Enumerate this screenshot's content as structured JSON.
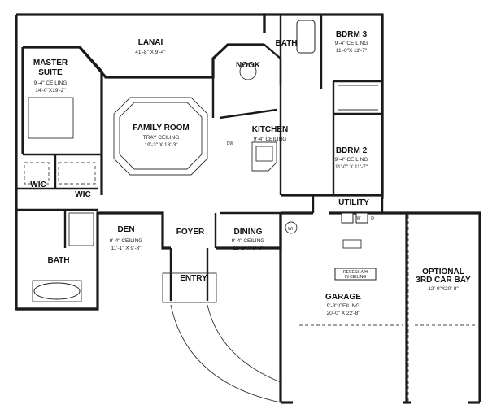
{
  "rooms": {
    "lanai": {
      "name": "LANAI",
      "dims": "41'-8\" X 9'-4\""
    },
    "master": {
      "name1": "MASTER",
      "name2": "SUITE",
      "ceiling": "9'-4\" CEILING",
      "dims": "14'-0\"X19'-2\""
    },
    "nook": {
      "name": "NOOK"
    },
    "bath_top": {
      "name": "BATH"
    },
    "bdrm3": {
      "name": "BDRM 3",
      "ceiling": "9'-4\" CEILING",
      "dims": "11'-0\"X 11'-7\""
    },
    "family": {
      "name": "FAMILY ROOM",
      "ceiling": "TRAY CEILING",
      "dims": "19'-3\" X 18'-3\""
    },
    "kitchen": {
      "name": "KITCHEN",
      "ceiling": "9'-4\" CEILING"
    },
    "dw": {
      "name": "DW"
    },
    "bdrm2": {
      "name": "BDRM 2",
      "ceiling": "9'-4\" CEILING",
      "dims": "11'-0\" X 11'-7\""
    },
    "wic1": {
      "name": "WIC"
    },
    "wic2": {
      "name": "WIC"
    },
    "utility": {
      "name": "UTILITY"
    },
    "utility_w": {
      "name": "W"
    },
    "utility_d": {
      "name": "D"
    },
    "den": {
      "name": "DEN",
      "ceiling": "9'-4\" CEILING",
      "dims": "11'-1\" X 9'-8\""
    },
    "foyer": {
      "name": "FOYER"
    },
    "dining": {
      "name": "DINING",
      "ceiling": "9'-4\" CEILING",
      "dims": "11'-1\" X 9'-8\""
    },
    "wh": {
      "name": "WH"
    },
    "master_bath": {
      "name": "BATH"
    },
    "entry": {
      "name": "ENTRY"
    },
    "recess": {
      "line1": "RECESS A/H",
      "line2": "IN CEILING"
    },
    "garage": {
      "name": "GARAGE",
      "ceiling": "9'-8\" CEILING",
      "dims": "20'-0\" X 22'-8\""
    },
    "bay": {
      "name1": "OPTIONAL",
      "name2": "3RD CAR BAY",
      "dims": "12'-0\"X20'-8\""
    }
  },
  "colors": {
    "wall": "#1a1a1a",
    "paper": "#ffffff"
  }
}
